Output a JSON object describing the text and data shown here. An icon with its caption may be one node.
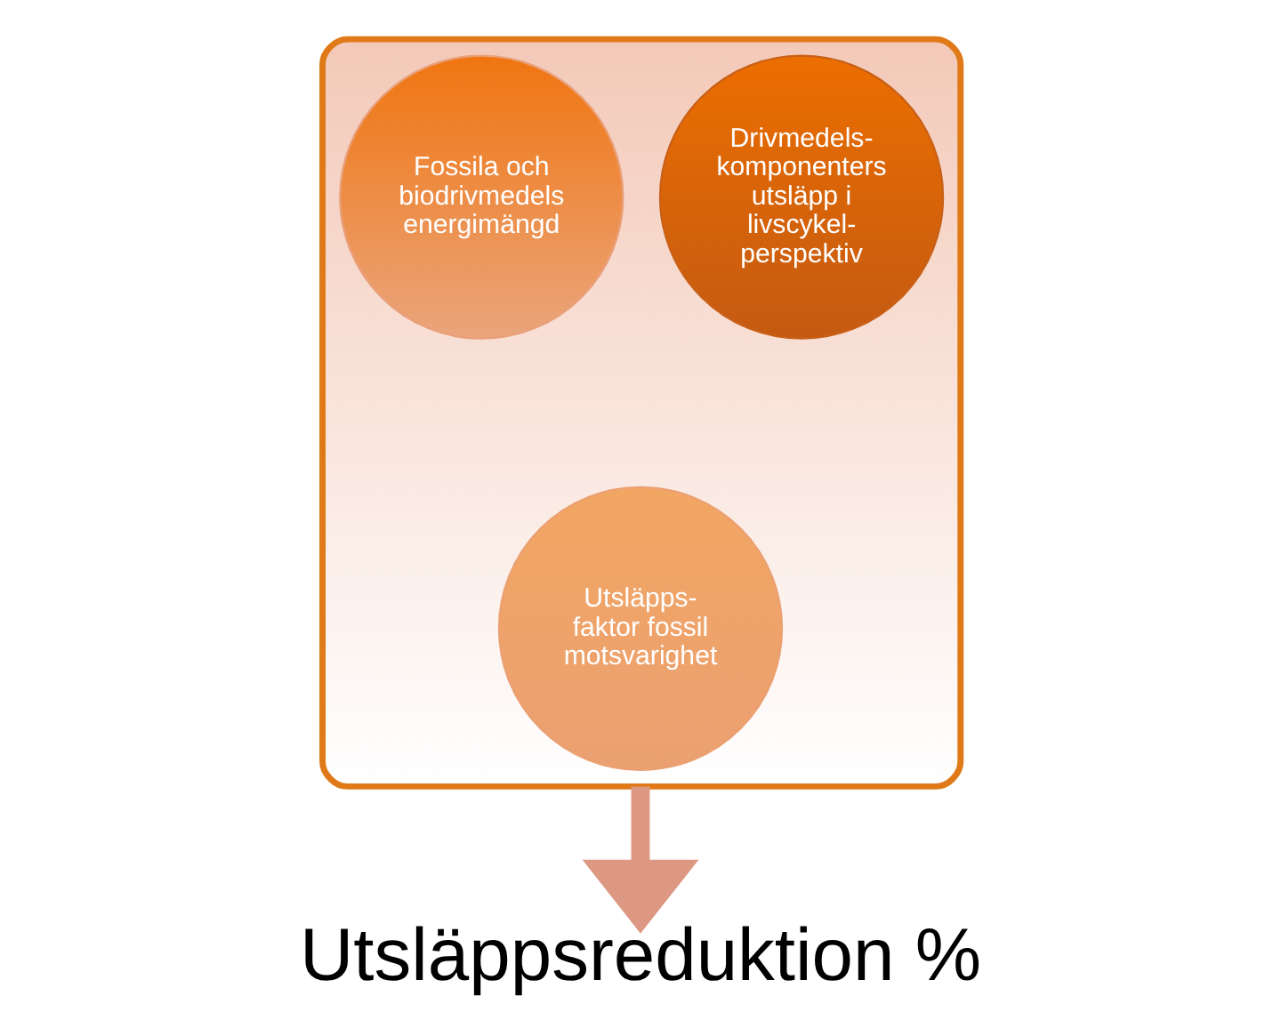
{
  "diagram": {
    "nodes": [
      {
        "text": [],
        "shape": "funnel"
      },
      {
        "text": [
          "Fossila och biodrivmedels energimängd"
        ],
        "in": 0
      },
      {
        "text": [
          "Drivmedels- komponenters utsläpp i livscykel- perspektiv"
        ],
        "in": 0
      },
      {
        "text": [
          "Utsläpps- faktor fossil motsvarighet"
        ],
        "in": 0
      },
      {
        "text": [
          "Utsläppsreduktion %"
        ]
      }
    ],
    "edges": [
      {
        "from": 0,
        "to": 4,
        "arrow": "to"
      }
    ]
  }
}
